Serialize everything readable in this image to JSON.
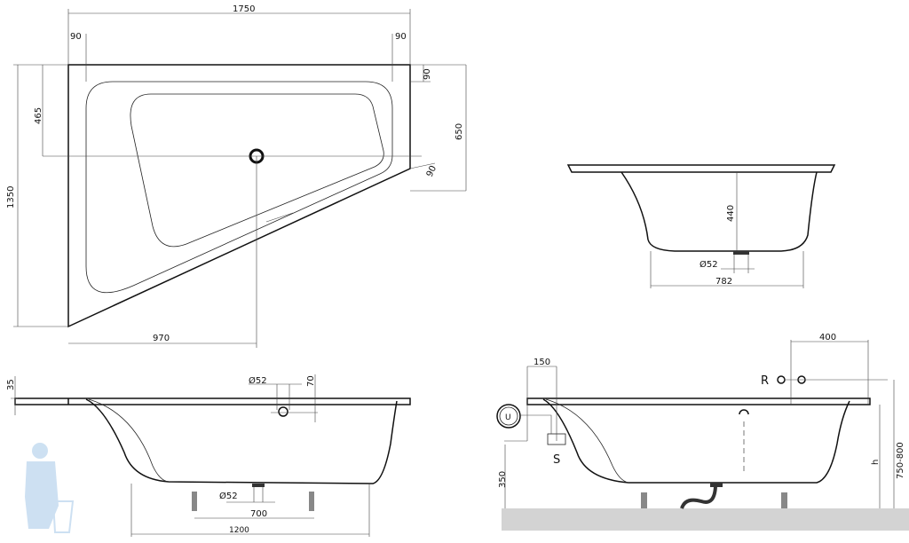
{
  "top_view": {
    "dims": {
      "width": "1750",
      "left_margin": "90",
      "right_margin": "90",
      "right_top_margin": "90",
      "drain_offset": "465",
      "depth": "1350",
      "right_depth": "650",
      "drain_x": "970",
      "diagonal_margin": "90"
    }
  },
  "end_view": {
    "dims": {
      "depth": "440",
      "drain_diameter": "Ø52",
      "bottom_width": "782"
    }
  },
  "side_view": {
    "dims": {
      "rim": "35",
      "overflow_diameter": "Ø52",
      "overflow_height": "70",
      "drain_diameter": "Ø52",
      "feet_spacing": "700",
      "bottom_length": "1200"
    }
  },
  "install_view": {
    "dims": {
      "siphon_offset": "150",
      "tap_offset": "400",
      "siphon_height": "350",
      "height_symbol": "h",
      "total_height": "750-800"
    },
    "labels": {
      "tap": "R",
      "unit": "U",
      "siphon": "S"
    },
    "floor_color": "#d3d3d3"
  }
}
